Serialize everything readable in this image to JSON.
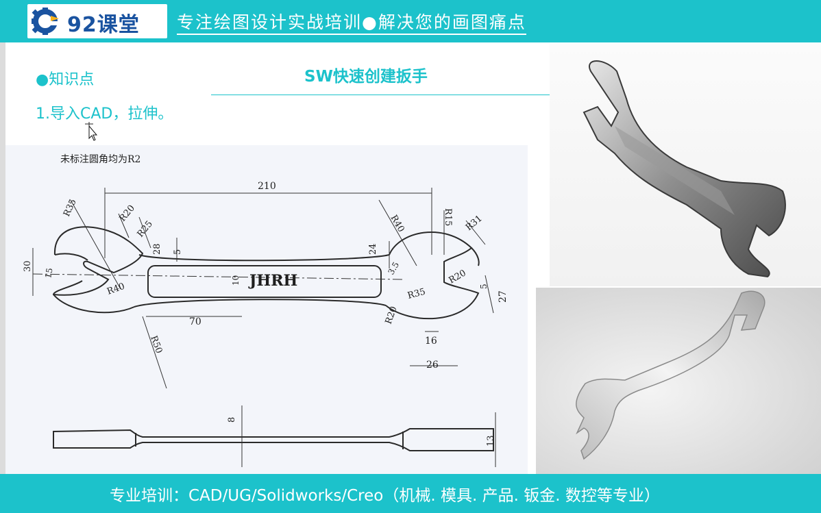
{
  "header": {
    "logo_text": "92课堂",
    "tagline": "专注绘图设计实战培训●解决您的画图痛点",
    "color": "#1cc2cb"
  },
  "knowledge": {
    "title": "●知识点",
    "item1": "1.导入CAD，拉伸。"
  },
  "slide": {
    "title": "SW快速创建扳手"
  },
  "drawing": {
    "note": "未标注圆角均为R2",
    "emboss": "JHRH",
    "dims": {
      "d210": "210",
      "r35a": "R35",
      "r20a": "R20",
      "r25": "R25",
      "d28": "28",
      "d5a": "5",
      "d30": "30",
      "d15": "15",
      "r40a": "R40",
      "d10": "10",
      "d70": "70",
      "r50": "R50",
      "r40b": "R40",
      "d24": "24",
      "r15": "R15",
      "r31": "R31",
      "d35": "3.5",
      "r35b": "R35",
      "r20b": "R20",
      "r20c": "R20",
      "d5b": "5",
      "d27": "27",
      "d16": "16",
      "d26": "26",
      "d8": "8",
      "d13": "13"
    }
  },
  "footer": {
    "text": "专业培训：CAD/UG/Solidworks/Creo（机械. 模具. 产品. 钣金. 数控等专业）"
  },
  "icons": [
    "gear-logo-icon",
    "move-cursor-icon"
  ]
}
